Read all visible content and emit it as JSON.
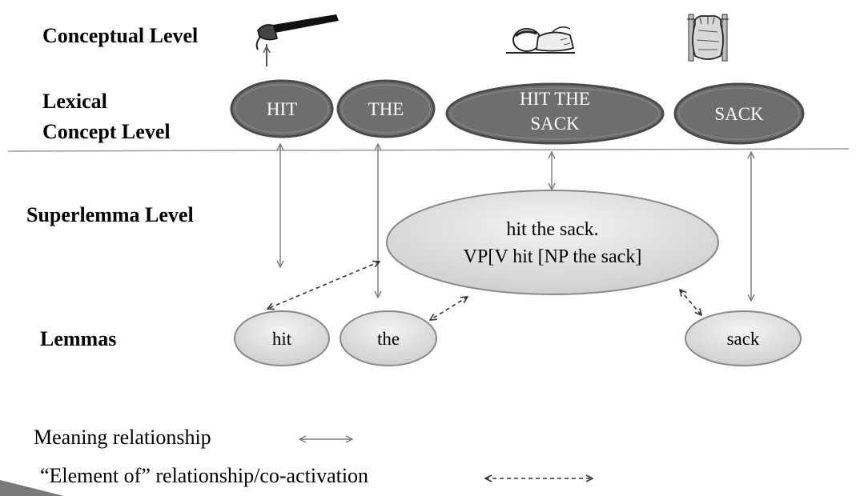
{
  "levels": {
    "conceptual": "Conceptual Level",
    "lexical_line1": "Lexical",
    "lexical_line2": "Concept Level",
    "superlemma": "Superlemma Level",
    "lemmas": "Lemmas"
  },
  "lexical_concepts": {
    "hit": "HIT",
    "the": "THE",
    "hit_the_sack_line1": "HIT THE",
    "hit_the_sack_line2": "SACK",
    "sack": "SACK"
  },
  "superlemma": {
    "line1": "hit the sack.",
    "line2": "VP[V hit [NP the sack]"
  },
  "lemmas": {
    "hit": "hit",
    "the": "the",
    "sack": "sack"
  },
  "legend": {
    "meaning": "Meaning relationship",
    "element_of": "“Element of” relationship/co-activation"
  },
  "pictures": [
    "hammer-icon",
    "sleeping-child-icon",
    "sack-icon"
  ],
  "colors": {
    "lexical_fill": "#6e6e6e",
    "lexical_stroke": "#4a4a4a",
    "lemma_fill": "#dcdcdc",
    "arrow": "#7a7a7a"
  }
}
